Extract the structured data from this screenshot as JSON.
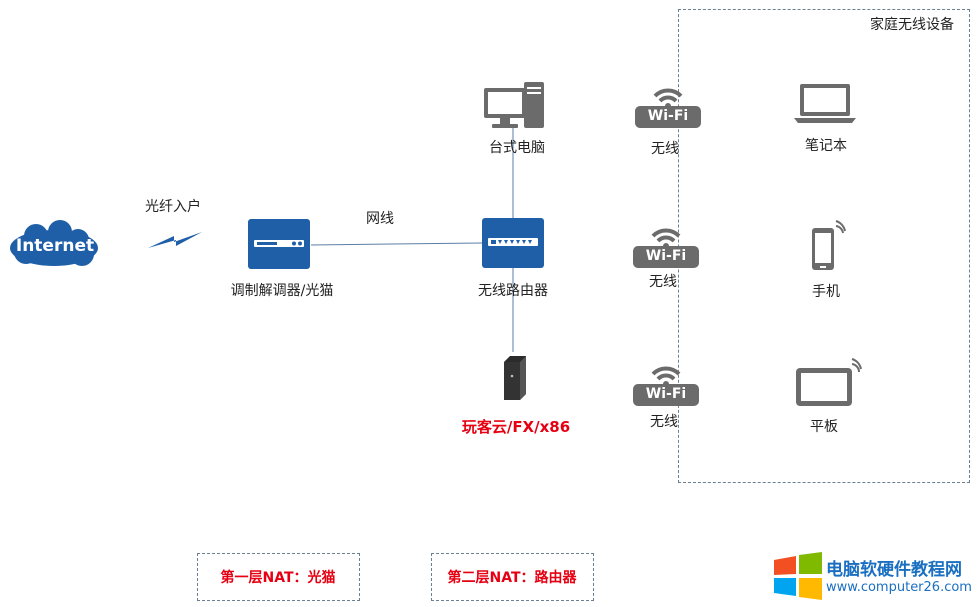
{
  "diagram": {
    "internet": {
      "label": "Internet",
      "color": "#1f5fa8"
    },
    "fiber": {
      "label": "光纤入户"
    },
    "cable": {
      "label": "网线"
    },
    "modem": {
      "label": "调制解调器/光猫",
      "icon": "modem-icon"
    },
    "router": {
      "label": "无线路由器",
      "icon": "router-icon"
    },
    "desktop": {
      "label": "台式电脑",
      "icon": "desktop-computer-icon"
    },
    "nas": {
      "label": "玩客云/FX/x86",
      "icon": "server-tower-icon",
      "color": "#e60012"
    },
    "wifi": [
      {
        "badge": "Wi-Fi",
        "label": "无线"
      },
      {
        "badge": "Wi-Fi",
        "label": "无线"
      },
      {
        "badge": "Wi-Fi",
        "label": "无线"
      }
    ],
    "home_group": {
      "title": "家庭无线设备",
      "devices": [
        {
          "label": "笔记本",
          "icon": "laptop-icon"
        },
        {
          "label": "手机",
          "icon": "smartphone-icon"
        },
        {
          "label": "平板",
          "icon": "tablet-icon"
        }
      ]
    },
    "nat_layers": [
      {
        "label": "第一层NAT：光猫"
      },
      {
        "label": "第二层NAT：路由器"
      }
    ],
    "watermark": {
      "title": "电脑软硬件教程网",
      "url": "www.computer26.com"
    },
    "colors": {
      "device_blue": "#1f5fa8",
      "line": "#5b7ea8",
      "wifi_gray": "#6b6b6b",
      "accent_red": "#e60012"
    }
  }
}
